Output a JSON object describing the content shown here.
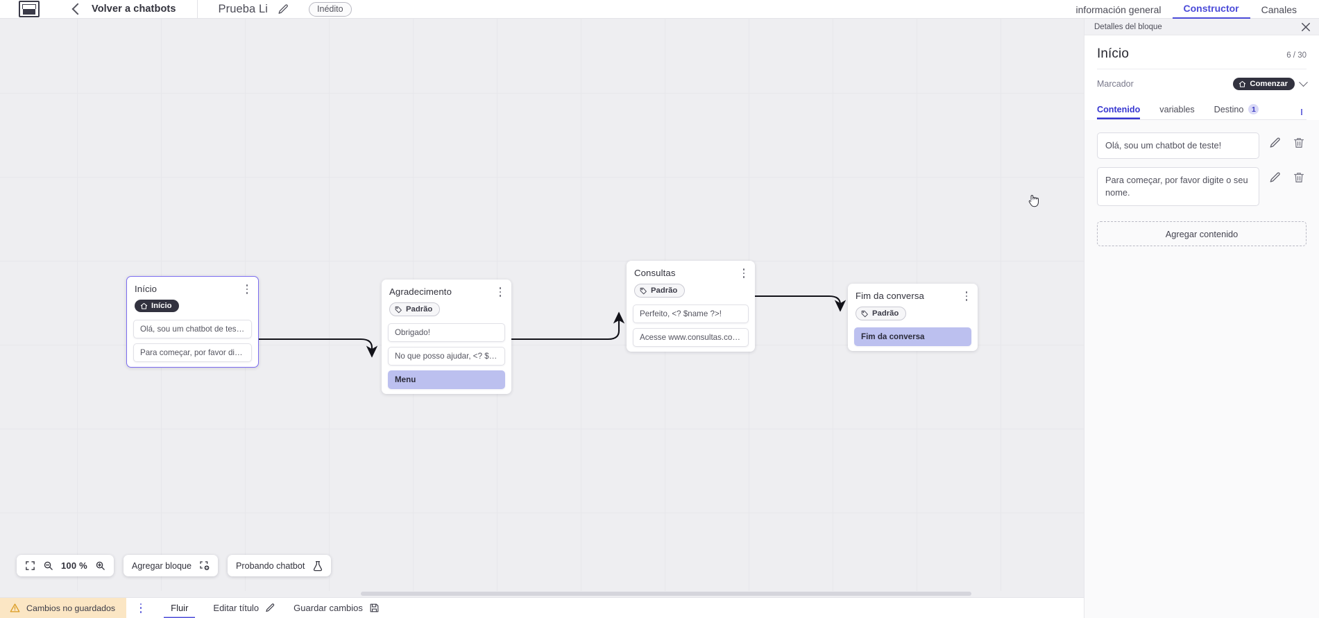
{
  "topbar": {
    "logo_icon": "app-logo-icon",
    "back_chevron_icon": "chevron-left-icon",
    "back_label": "Volver a chatbots",
    "doc_title": "Prueba Li",
    "edit_title_icon": "pencil-icon",
    "status_badge": "Inédito",
    "tabs": [
      {
        "label": "información general",
        "active": false
      },
      {
        "label": "Constructor",
        "active": true
      },
      {
        "label": "Canales",
        "active": false
      }
    ]
  },
  "canvas": {
    "zoom_level": "100 %",
    "fit_icon": "fit-screen-icon",
    "zoom_out_icon": "zoom-out-icon",
    "zoom_in_icon": "zoom-in-icon",
    "add_block_label": "Agregar bloque",
    "add_block_icon": "add-block-icon",
    "test_chatbot_label": "Probando chatbot",
    "test_chatbot_icon": "flask-icon",
    "nodes": [
      {
        "id": "inicio",
        "title": "Início",
        "tag": {
          "label": "Início",
          "style": "dark",
          "icon": "home-icon"
        },
        "selected": true,
        "messages": [
          {
            "text": "Olá, sou um chatbot de teste!",
            "accent": false
          },
          {
            "text": "Para começar, por favor digite o ...",
            "accent": false
          }
        ]
      },
      {
        "id": "agradecimento",
        "title": "Agradecimento",
        "tag": {
          "label": "Padrão",
          "style": "light",
          "icon": "tag-icon"
        },
        "selected": false,
        "messages": [
          {
            "text": "Obrigado!",
            "accent": false
          },
          {
            "text": "No que posso ajudar, <? $name ...",
            "accent": false
          },
          {
            "text": "Menu",
            "accent": true
          }
        ]
      },
      {
        "id": "consultas",
        "title": "Consultas",
        "tag": {
          "label": "Padrão",
          "style": "light",
          "icon": "tag-icon"
        },
        "selected": false,
        "messages": [
          {
            "text": "Perfeito, <? $name ?>!",
            "accent": false
          },
          {
            "text": "Acesse www.consultas.com par...",
            "accent": false
          }
        ]
      },
      {
        "id": "fim",
        "title": "Fim da conversa",
        "tag": {
          "label": "Padrão",
          "style": "light",
          "icon": "tag-icon"
        },
        "selected": false,
        "messages": [
          {
            "text": "Fim da conversa",
            "accent": true
          }
        ]
      }
    ]
  },
  "panel": {
    "header_title": "Detalles del bloque",
    "close_icon": "close-icon",
    "block_title": "Início",
    "char_count": "6 / 30",
    "marker_label": "Marcador",
    "marker_value": "Comenzar",
    "marker_icon": "home-icon",
    "marker_chevron_icon": "chevron-down-icon",
    "tabs": [
      {
        "label": "Contenido",
        "active": true,
        "count": null
      },
      {
        "label": "variables",
        "active": false,
        "count": null
      },
      {
        "label": "Destino",
        "active": false,
        "count": "1"
      }
    ],
    "tabs_more_icon": "kebab-menu-icon",
    "content_items": [
      {
        "text": "Olá, sou um chatbot de teste!",
        "edit_icon": "pencil-icon",
        "delete_icon": "trash-icon"
      },
      {
        "text": "Para começar, por favor digite o seu nome.",
        "edit_icon": "pencil-icon",
        "delete_icon": "trash-icon"
      }
    ],
    "add_content_label": "Agregar contenido"
  },
  "bottombar": {
    "unsaved_label": "Cambios no guardados",
    "warning_icon": "warning-triangle-icon",
    "kebab_icon": "kebab-menu-icon",
    "flow_label": "Fluir",
    "edit_title_label": "Editar título",
    "edit_title_icon": "pencil-icon",
    "save_label": "Guardar cambios",
    "save_icon": "save-disk-icon"
  },
  "colors": {
    "accent": "#4a4ad8",
    "node_selected": "#7b6cf0",
    "msg_accent_bg": "#bcc0ef",
    "tag_dark_bg": "#32323f",
    "unsaved_bg": "#fbe6c4",
    "canvas_bg": "#eeeef1"
  }
}
